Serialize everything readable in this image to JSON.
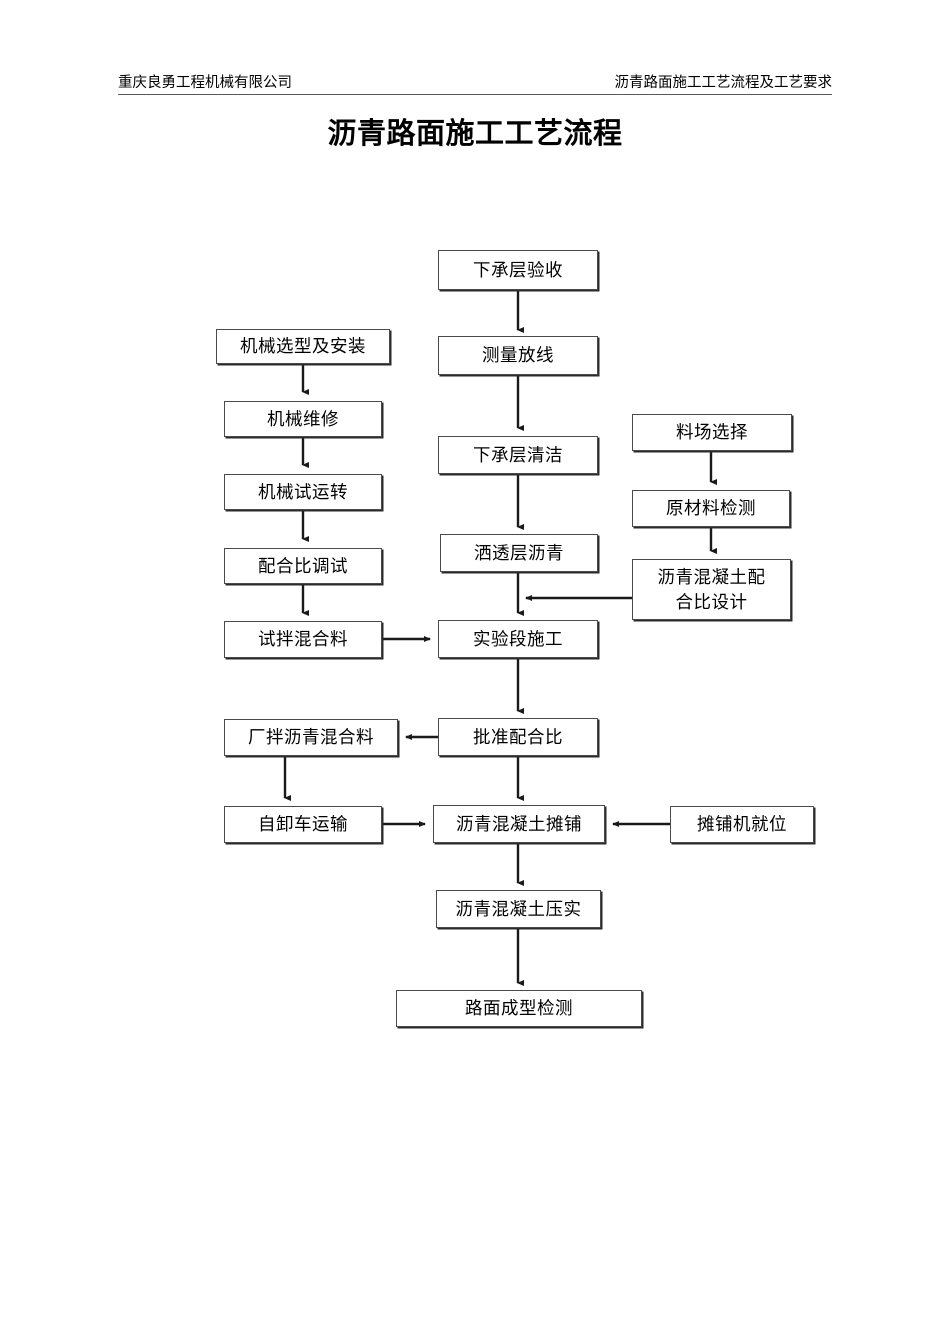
{
  "header": {
    "left": "重庆良勇工程机械有限公司",
    "right": "沥青路面施工工艺流程及工艺要求"
  },
  "title": "沥青路面施工工艺流程",
  "flowchart": {
    "type": "process-flow-diagram",
    "nodes": [
      {
        "id": "n1",
        "label": "下承层验收",
        "column": "center"
      },
      {
        "id": "n2",
        "label": "测量放线",
        "column": "center"
      },
      {
        "id": "n3",
        "label": "下承层清洁",
        "column": "center"
      },
      {
        "id": "n4",
        "label": "洒透层沥青",
        "column": "center"
      },
      {
        "id": "n5",
        "label": "实验段施工",
        "column": "center"
      },
      {
        "id": "n6",
        "label": "批准配合比",
        "column": "center"
      },
      {
        "id": "n7",
        "label": "沥青混凝土摊铺",
        "column": "center"
      },
      {
        "id": "n8",
        "label": "沥青混凝土压实",
        "column": "center"
      },
      {
        "id": "n9",
        "label": "路面成型检测",
        "column": "center"
      },
      {
        "id": "n10",
        "label": "机械选型及安装",
        "column": "left"
      },
      {
        "id": "n11",
        "label": "机械维修",
        "column": "left"
      },
      {
        "id": "n12",
        "label": "机械试运转",
        "column": "left"
      },
      {
        "id": "n13",
        "label": "配合比调试",
        "column": "left"
      },
      {
        "id": "n14",
        "label": "试拌混合料",
        "column": "left"
      },
      {
        "id": "n15",
        "label": "厂拌沥青混合料",
        "column": "left"
      },
      {
        "id": "n16",
        "label": "自卸车运输",
        "column": "left"
      },
      {
        "id": "n17",
        "label": "料场选择",
        "column": "right"
      },
      {
        "id": "n18",
        "label": "原材料检测",
        "column": "right"
      },
      {
        "id": "n19",
        "label": "沥青混凝土配\n合比设计",
        "line1": "沥青混凝土配",
        "line2": "合比设计",
        "column": "right"
      },
      {
        "id": "n20",
        "label": "摊铺机就位",
        "column": "right"
      }
    ],
    "edges": [
      {
        "from": "下承层验收",
        "to": "测量放线",
        "direction": "down"
      },
      {
        "from": "测量放线",
        "to": "下承层清洁",
        "direction": "down"
      },
      {
        "from": "下承层清洁",
        "to": "洒透层沥青",
        "direction": "down"
      },
      {
        "from": "洒透层沥青",
        "to": "实验段施工",
        "direction": "down"
      },
      {
        "from": "实验段施工",
        "to": "批准配合比",
        "direction": "down"
      },
      {
        "from": "批准配合比",
        "to": "沥青混凝土摊铺",
        "direction": "down"
      },
      {
        "from": "沥青混凝土摊铺",
        "to": "沥青混凝土压实",
        "direction": "down"
      },
      {
        "from": "沥青混凝土压实",
        "to": "路面成型检测",
        "direction": "down"
      },
      {
        "from": "机械选型及安装",
        "to": "机械维修",
        "direction": "down"
      },
      {
        "from": "机械维修",
        "to": "机械试运转",
        "direction": "down"
      },
      {
        "from": "机械试运转",
        "to": "配合比调试",
        "direction": "down"
      },
      {
        "from": "配合比调试",
        "to": "试拌混合料",
        "direction": "down"
      },
      {
        "from": "试拌混合料",
        "to": "实验段施工",
        "direction": "right"
      },
      {
        "from": "料场选择",
        "to": "原材料检测",
        "direction": "down"
      },
      {
        "from": "原材料检测",
        "to": "沥青混凝土配合比设计",
        "direction": "down"
      },
      {
        "from": "沥青混凝土配合比设计",
        "to": "实验段施工",
        "direction": "left"
      },
      {
        "from": "批准配合比",
        "to": "厂拌沥青混合料",
        "direction": "left"
      },
      {
        "from": "厂拌沥青混合料",
        "to": "自卸车运输",
        "direction": "down"
      },
      {
        "from": "自卸车运输",
        "to": "沥青混凝土摊铺",
        "direction": "right"
      },
      {
        "from": "摊铺机就位",
        "to": "沥青混凝土摊铺",
        "direction": "left"
      }
    ]
  },
  "colors": {
    "page_background": "#ffffff",
    "text": "#000000",
    "box_border": "#4a4a4a",
    "box_shadow": "#2b2b2b",
    "rule": "#595959",
    "connector": "#1a1a1a"
  }
}
